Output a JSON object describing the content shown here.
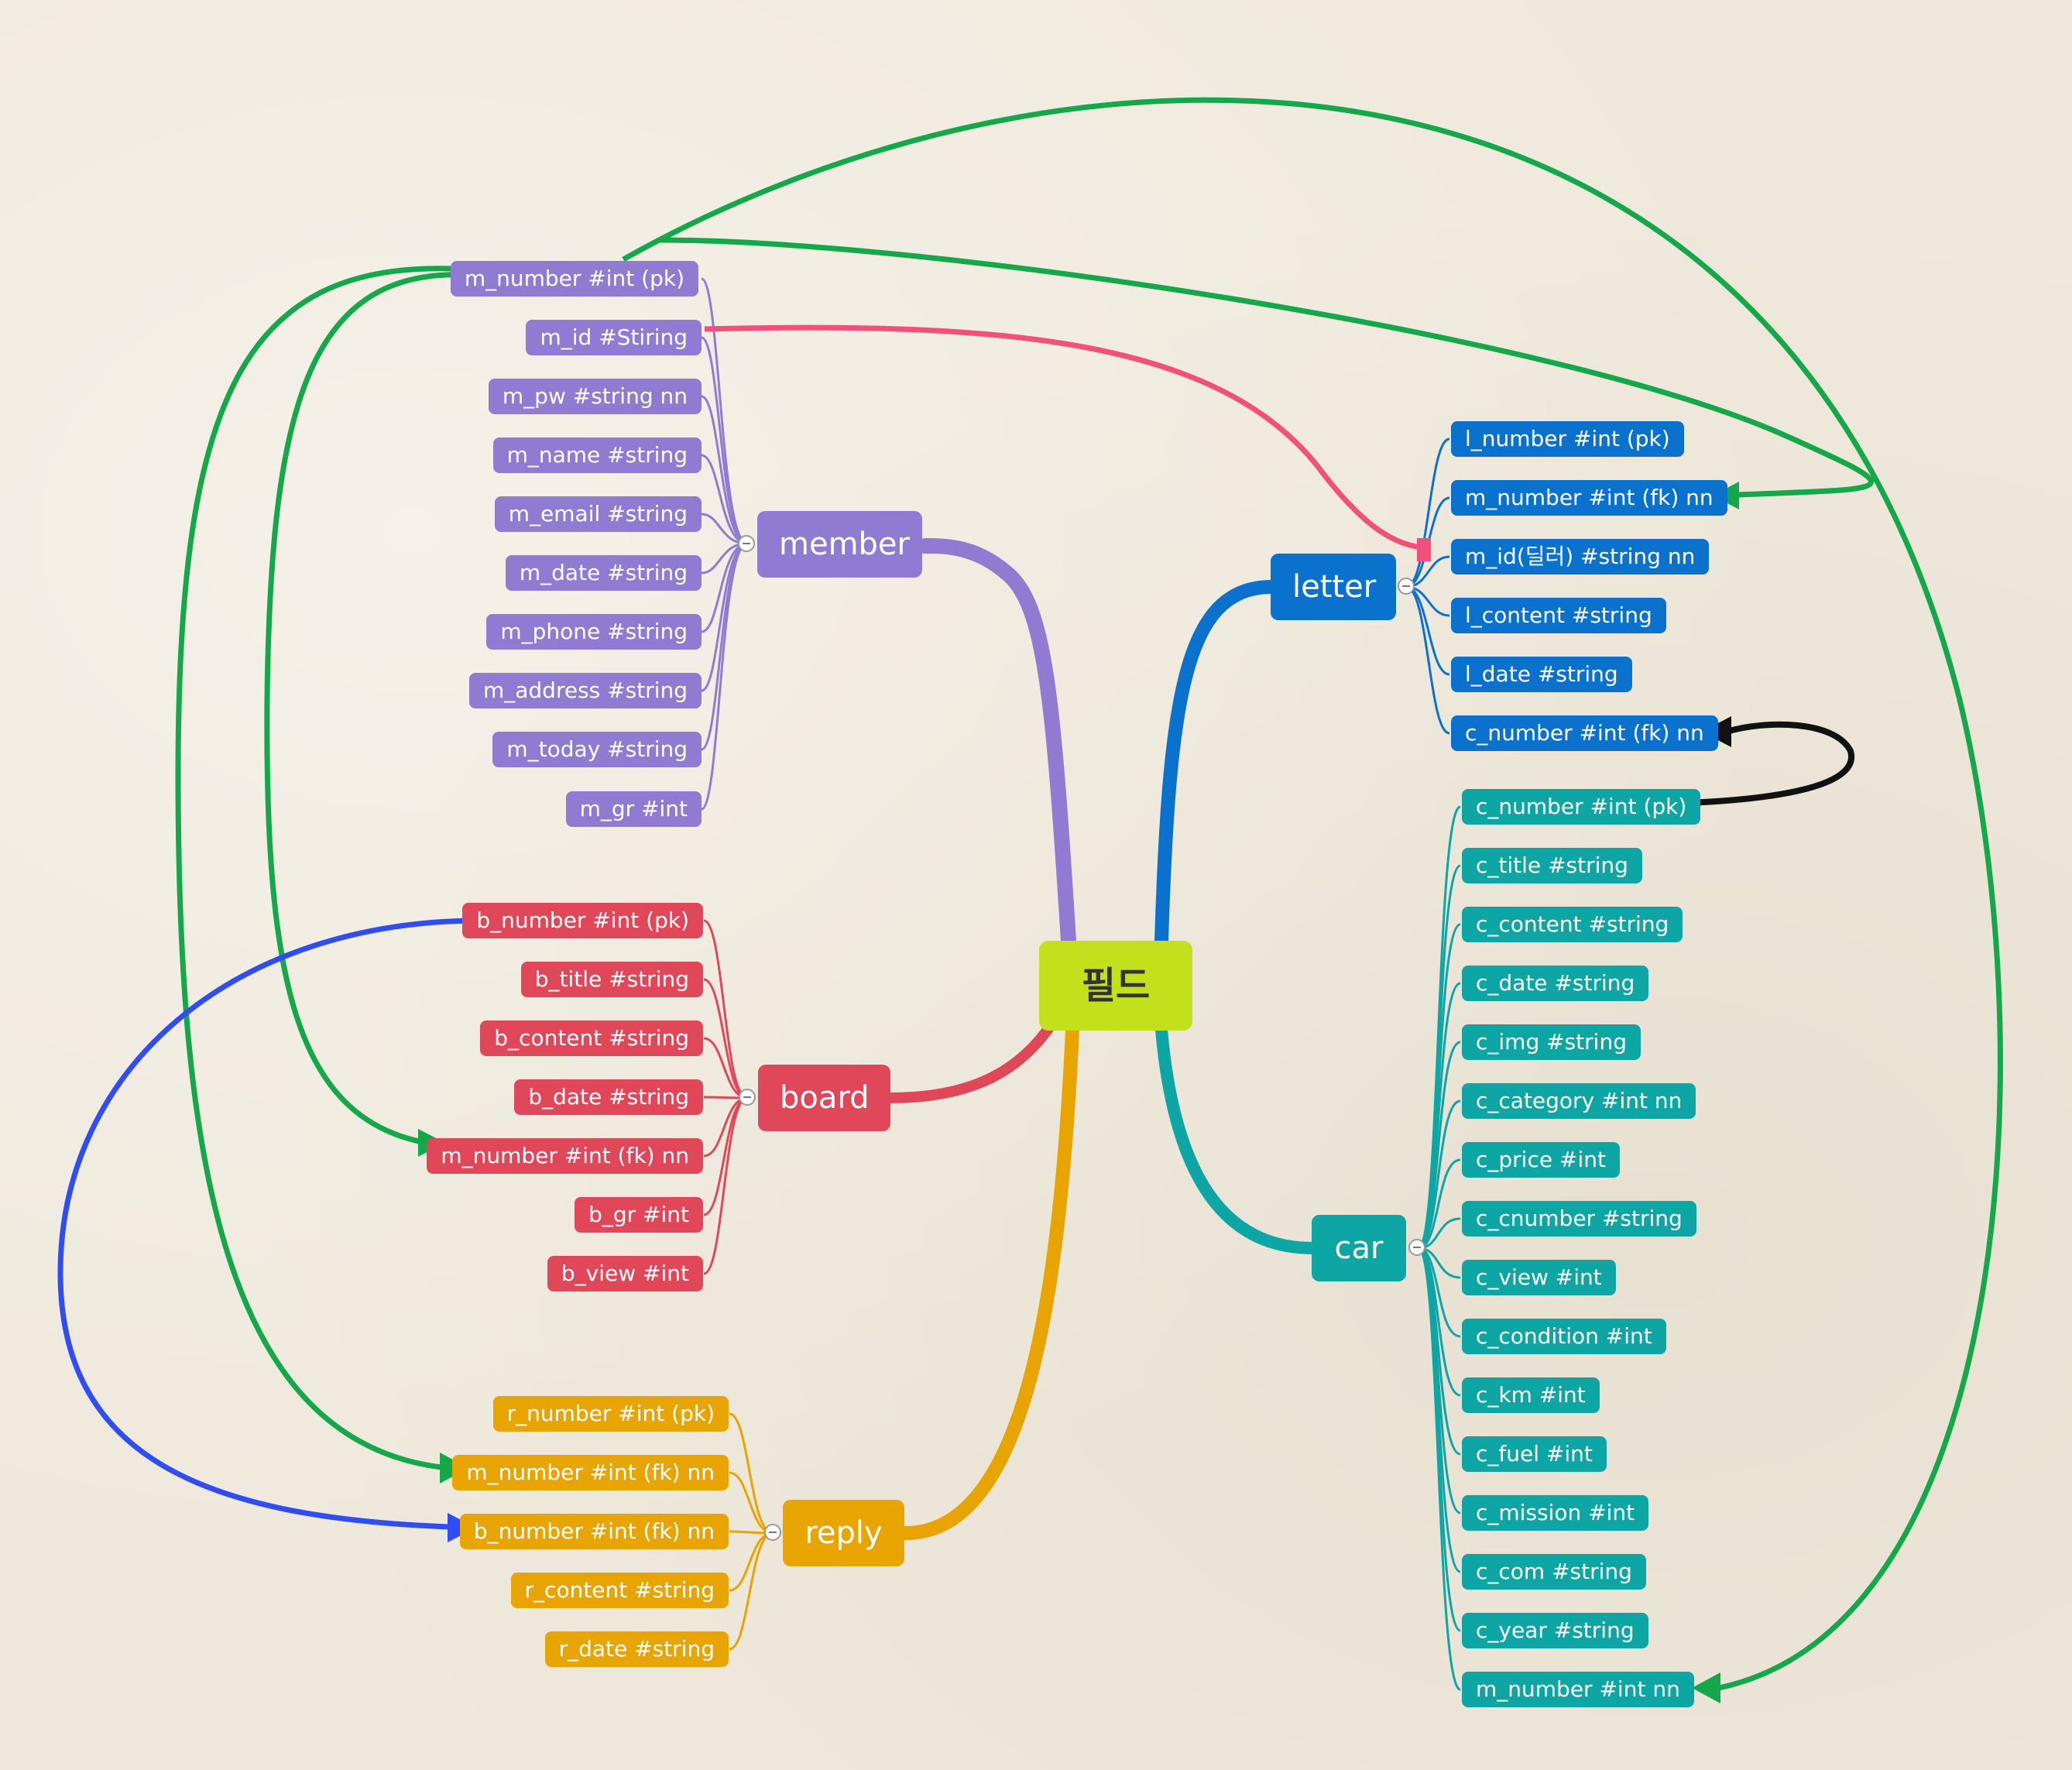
{
  "root": {
    "label": "필드",
    "color": "#c2e01c"
  },
  "groups": {
    "member": {
      "label": "member",
      "color": "#8f7bd1",
      "fields": [
        "m_number #int (pk)",
        "m_id #Stiring",
        "m_pw #string nn",
        "m_name #string",
        "m_email #string",
        "m_date #string",
        "m_phone #string",
        "m_address #string",
        "m_today #string",
        "m_gr #int"
      ]
    },
    "board": {
      "label": "board",
      "color": "#e0485a",
      "fields": [
        "b_number #int (pk)",
        "b_title #string",
        "b_content #string",
        "b_date #string",
        "m_number #int (fk) nn",
        "b_gr #int",
        "b_view #int"
      ]
    },
    "reply": {
      "label": "reply",
      "color": "#e8a400",
      "fields": [
        "r_number #int (pk)",
        "m_number #int (fk) nn",
        "b_number #int (fk) nn",
        "r_content #string",
        "r_date #string"
      ]
    },
    "letter": {
      "label": "letter",
      "color": "#0a72cc",
      "fields": [
        "l_number #int (pk)",
        "m_number #int (fk) nn",
        "m_id(딜러) #string nn",
        "l_content #string",
        "l_date #string",
        "c_number #int (fk) nn"
      ]
    },
    "car": {
      "label": "car",
      "color": "#0ea5a5",
      "fields": [
        "c_number #int (pk)",
        "c_title #string",
        "c_content #string",
        "c_date #string",
        "c_img #string",
        "c_category #int  nn",
        "c_price #int",
        "c_cnumber #string",
        "c_view #int",
        "c_condition #int",
        "c_km #int",
        "c_fuel #int",
        "c_mission #int",
        "c_com #string",
        "c_year #string",
        "m_number #int  nn"
      ]
    }
  },
  "relations": [
    {
      "from": "member.m_number #int (pk)",
      "to": "board.m_number #int (fk) nn",
      "color": "#14a84a"
    },
    {
      "from": "member.m_number #int (pk)",
      "to": "reply.m_number #int (fk) nn",
      "color": "#14a84a"
    },
    {
      "from": "member.m_number #int (pk)",
      "to": "letter.m_number #int (fk) nn",
      "color": "#14a84a"
    },
    {
      "from": "member.m_number #int (pk)",
      "to": "car.m_number #int  nn",
      "color": "#14a84a"
    },
    {
      "from": "member.m_id #Stiring",
      "to": "letter.m_id(딜러) #string nn",
      "color": "#f0507a"
    },
    {
      "from": "board.b_number #int (pk)",
      "to": "reply.b_number #int (fk) nn",
      "color": "#2f4df0"
    },
    {
      "from": "car.c_number #int (pk)",
      "to": "letter.c_number #int (fk) nn",
      "color": "#111111"
    }
  ]
}
